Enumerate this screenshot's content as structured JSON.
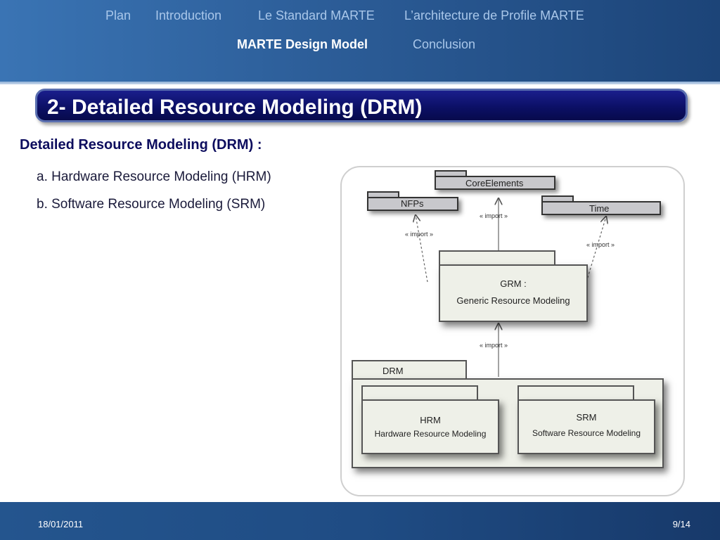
{
  "nav": {
    "items": [
      {
        "label": "Plan"
      },
      {
        "label": "Introduction"
      },
      {
        "label": "Le Standard MARTE"
      },
      {
        "label": "L’architecture  de  Profile MARTE"
      },
      {
        "label": "MARTE Design Model"
      },
      {
        "label": "Conclusion"
      }
    ]
  },
  "slide": {
    "title": "2- Detailed Resource Modeling (DRM)",
    "heading": "Detailed Resource Modeling (DRM) :",
    "bullets": [
      "a. Hardware Resource Modeling (HRM)",
      "b. Software Resource Modeling (SRM)"
    ]
  },
  "diagram": {
    "core_elements": "CoreElements",
    "nfps": "NFPs",
    "time": "Time",
    "grm_title": "GRM :",
    "grm_sub": "Generic Resource Modeling",
    "drm": "DRM",
    "hrm_title": "HRM",
    "hrm_sub": "Hardware Resource Modeling",
    "srm_title": "SRM",
    "srm_sub": "Software Resource Modeling",
    "import_label": "« import »"
  },
  "footer": {
    "date": "18/01/2011",
    "page": "9/14"
  },
  "colors": {
    "header": "#2c5d98",
    "title_banner": "#0b0f63",
    "heading_text": "#0d0d5e",
    "footer": "#1f4c84"
  }
}
